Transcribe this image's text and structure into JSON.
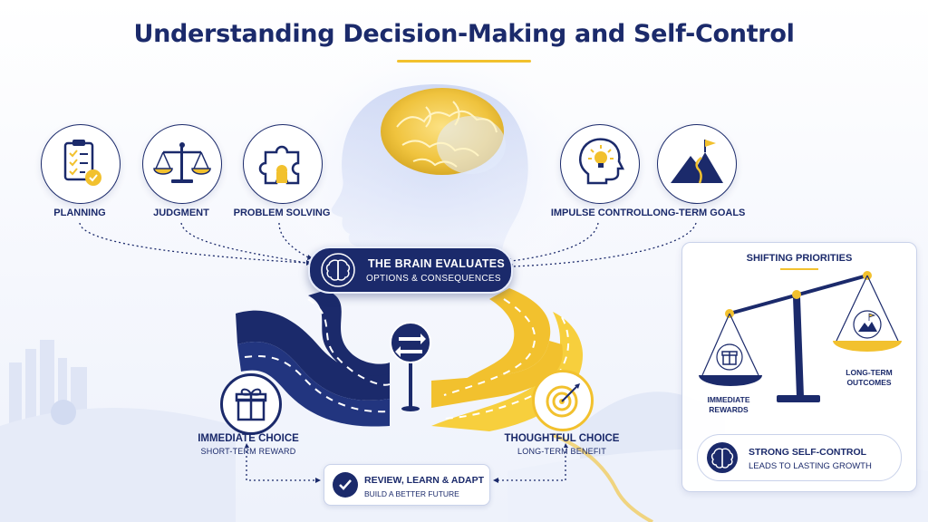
{
  "title": "Understanding Decision-Making and Self-Control",
  "brain_functions": [
    {
      "label": "PLANNING",
      "icon": "clipboard-checklist-icon"
    },
    {
      "label": "JUDGMENT",
      "icon": "balance-scale-icon"
    },
    {
      "label": "PROBLEM SOLVING",
      "icon": "puzzle-piece-icon"
    },
    {
      "label": "IMPULSE CONTROL",
      "icon": "head-lightbulb-icon"
    },
    {
      "label": "LONG-TERM GOALS",
      "icon": "mountain-flag-icon"
    }
  ],
  "center": {
    "line1": "THE BRAIN EVALUATES",
    "line2": "OPTIONS & CONSEQUENCES",
    "icon": "brain-icon"
  },
  "paths": {
    "immediate": {
      "title": "IMMEDIATE CHOICE",
      "subtitle": "SHORT-TERM REWARD",
      "icon": "gift-icon"
    },
    "thoughtful": {
      "title": "THOUGHTFUL CHOICE",
      "subtitle": "LONG-TERM BENEFIT",
      "icon": "target-icon"
    },
    "signpost_icon": "crossroads-sign-icon"
  },
  "review": {
    "line1": "REVIEW, LEARN & ADAPT",
    "line2": "BUILD A BETTER FUTURE",
    "icon": "check-circle-icon"
  },
  "priorities": {
    "title": "SHIFTING PRIORITIES",
    "left_label": [
      "IMMEDIATE",
      "REWARDS"
    ],
    "right_label": [
      "LONG-TERM",
      "OUTCOMES"
    ],
    "callout_line1": "STRONG SELF-CONTROL",
    "callout_line2": "LEADS TO LASTING GROWTH"
  },
  "colors": {
    "navy": "#1b2a6b",
    "gold": "#f2c12e"
  }
}
